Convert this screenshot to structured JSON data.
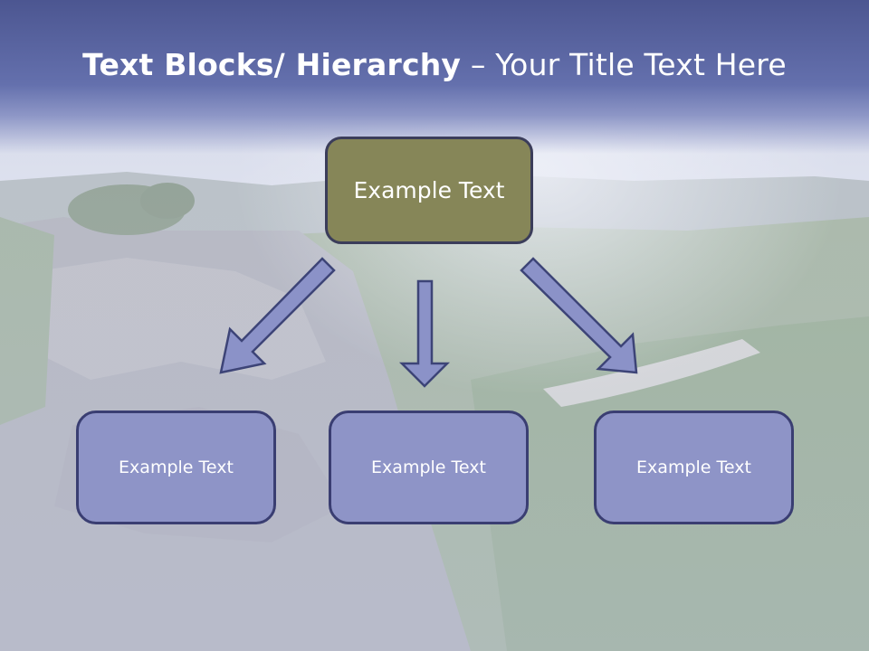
{
  "title": {
    "bold_text": "Text Blocks/ Hierarchy",
    "rest_text": " – Your Title Text Here"
  },
  "diagram": {
    "root": {
      "label": "Example Text"
    },
    "children": [
      {
        "label": "Example Text"
      },
      {
        "label": "Example Text"
      },
      {
        "label": "Example Text"
      }
    ]
  },
  "colors": {
    "title_band": "#5d67a4",
    "root_fill": "#868658",
    "child_fill": "#8e94c7",
    "arrow_fill": "#8b92c8",
    "box_border": "#3a3e72"
  }
}
